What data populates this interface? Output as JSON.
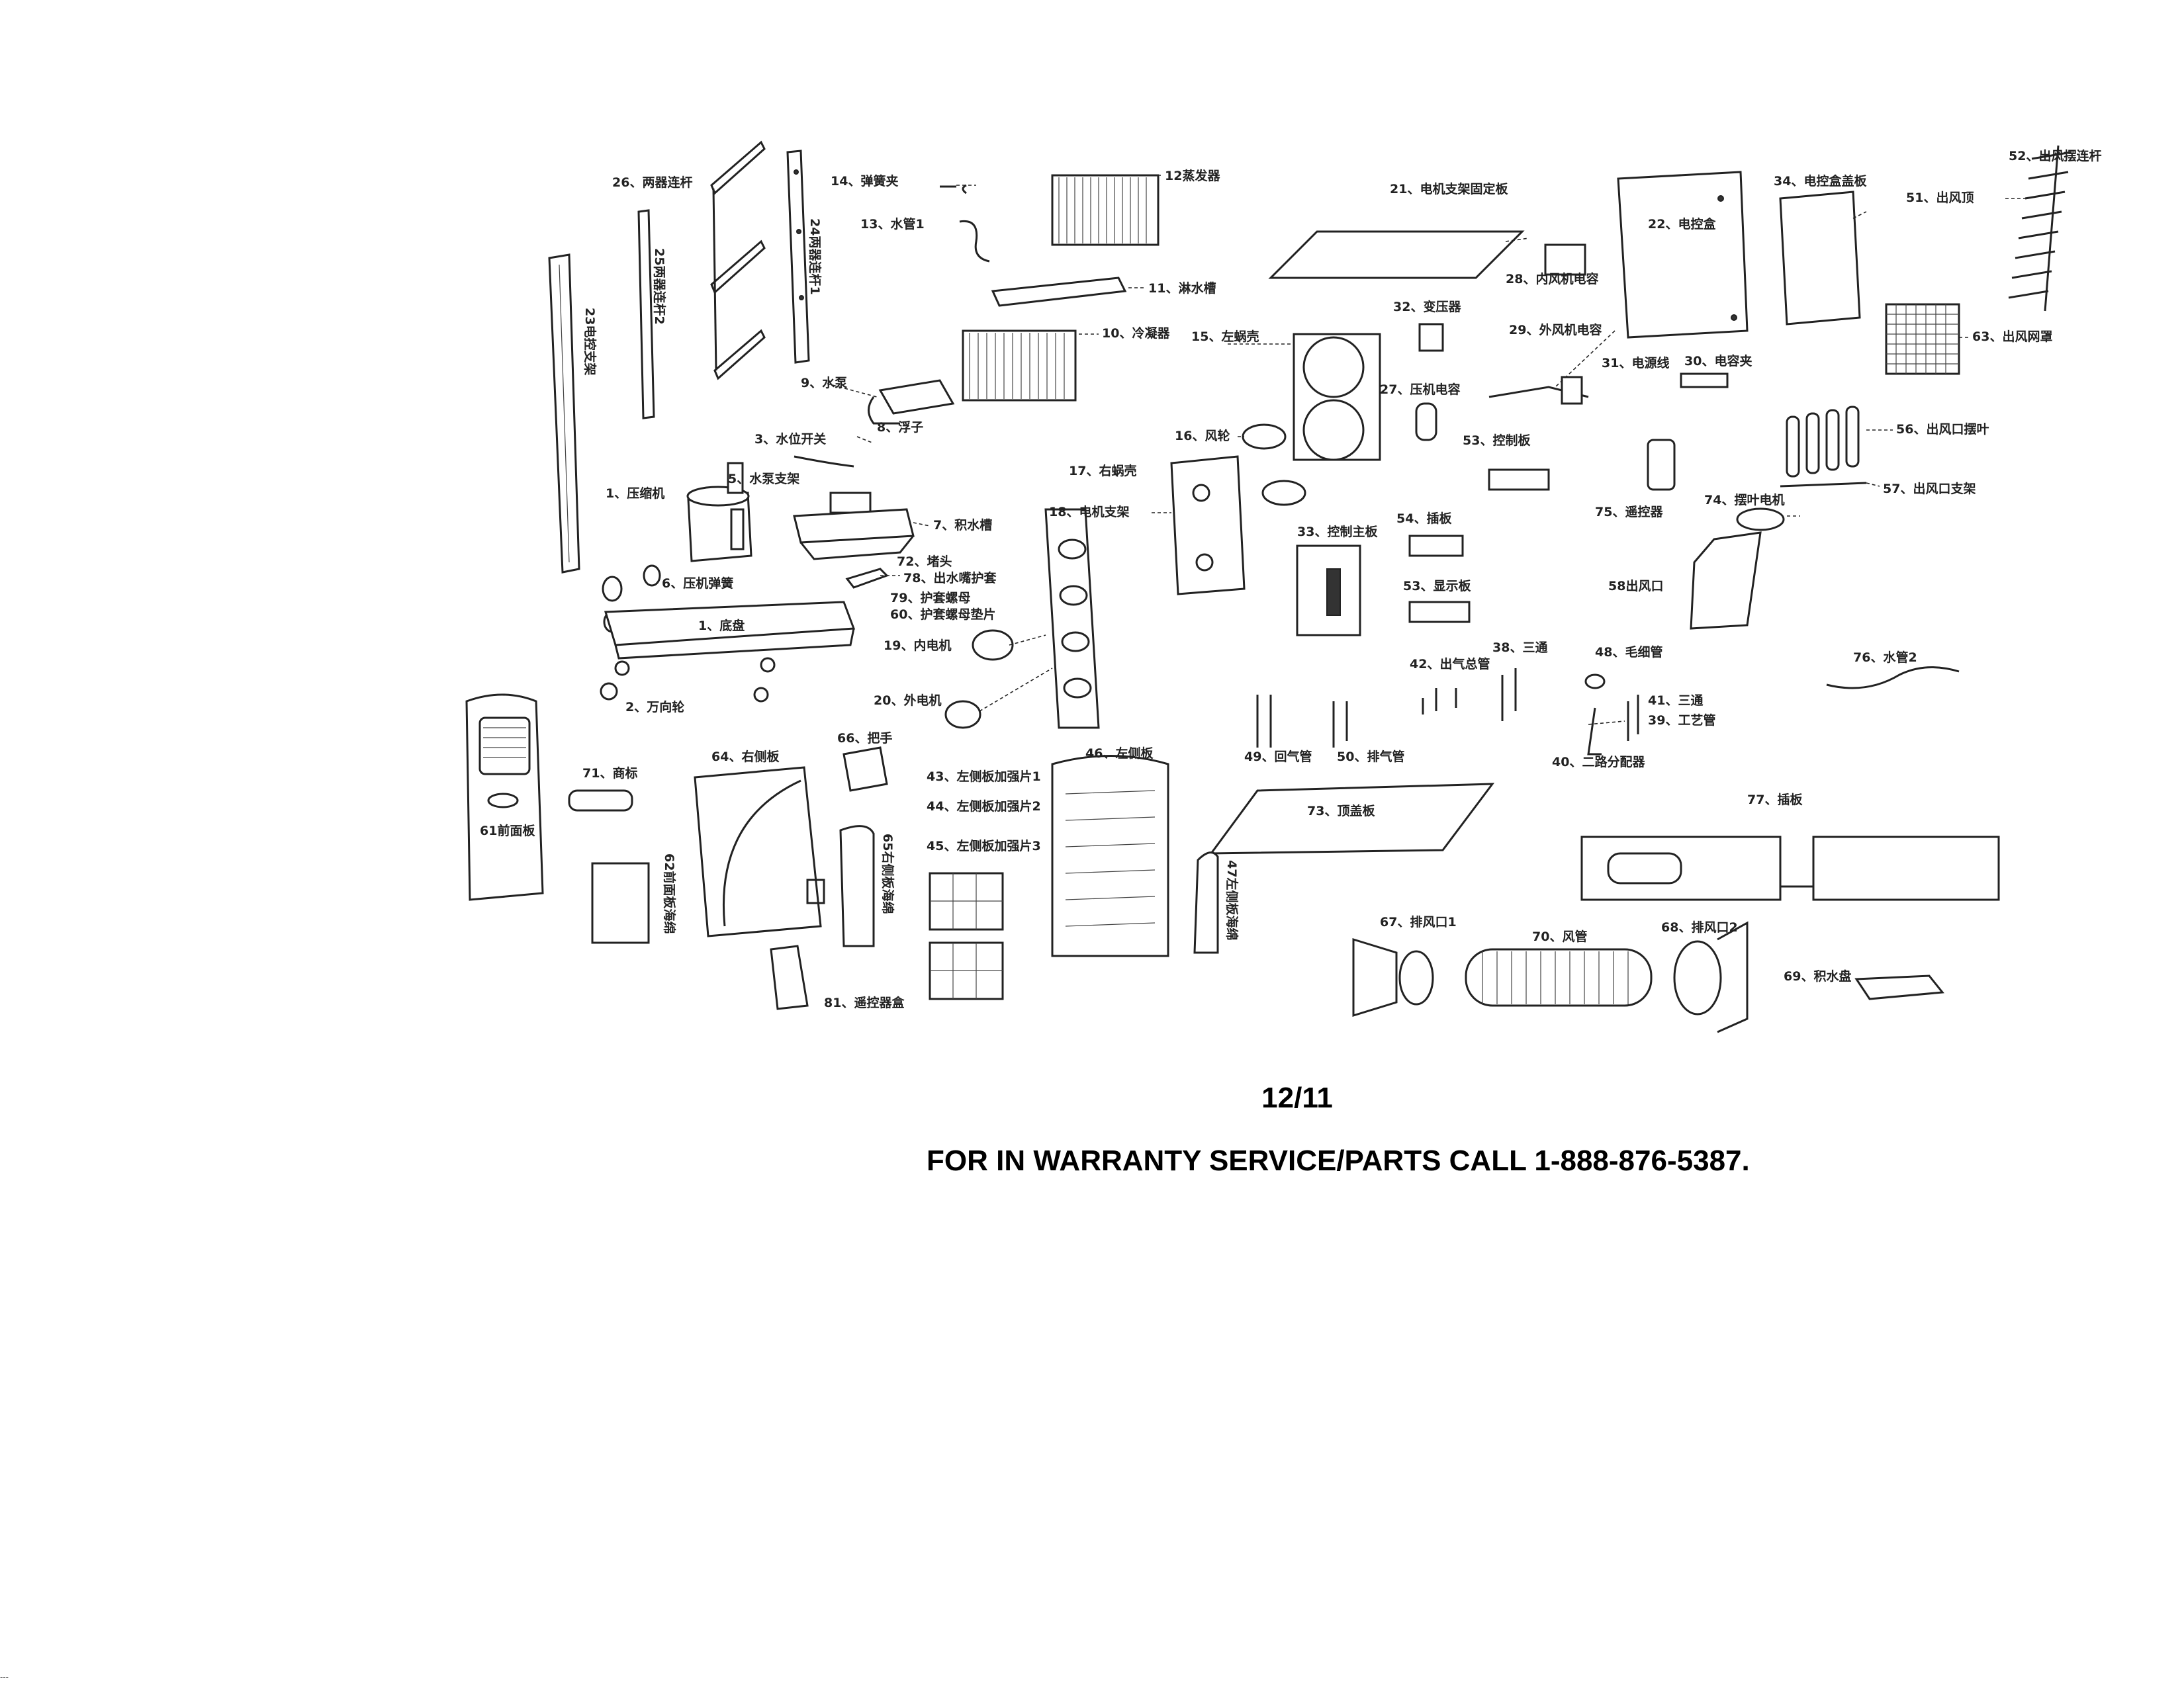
{
  "labels": {
    "p1a": "1、压缩机",
    "p1b": "1、底盘",
    "p2": "2、万向轮",
    "p3": "3、水位开关",
    "p5": "5、水泵支架",
    "p6": "6、压机弹簧",
    "p7": "7、积水槽",
    "p8": "8、浮子",
    "p9": "9、水泵",
    "p10": "10、冷凝器",
    "p11": "11、淋水槽",
    "p12": "12蒸发器",
    "p13": "13、水管1",
    "p14": "14、弹簧夹",
    "p15": "15、左蜗壳",
    "p16": "16、风轮",
    "p17": "17、右蜗壳",
    "p18": "18、电机支架",
    "p19": "19、内电机",
    "p20": "20、外电机",
    "p21": "21、电机支架固定板",
    "p22": "22、电控盒",
    "p23": "23电控支架",
    "p24": "24两器连杆1",
    "p25": "25两器连杆2",
    "p26": "26、两器连杆",
    "p28": "28、内风机电容",
    "p29": "29、外风机电容",
    "p30": "30、电容夹",
    "p31": "31、电源线",
    "p32": "32、变压器",
    "p33": "33、控制主板",
    "p34": "34、电控盒盖板",
    "p38": "38、三通",
    "p39": "39、工艺管",
    "p40": "40、二路分配器",
    "p41": "41、三通",
    "p42": "42、出气总管",
    "p43": "43、左侧板加强片1",
    "p44": "44、左侧板加强片2",
    "p45": "45、左侧板加强片3",
    "p46": "46、左侧板",
    "p47": "47左侧板海绵",
    "p48": "48、毛细管",
    "p49": "49、回气管",
    "p50": "50、排气管",
    "p51": "51、出风顶",
    "p52": "52、出风摆连杆",
    "p53a": "53、控制板",
    "p53b": "53、显示板",
    "p54": "54、插板",
    "p56": "56、出风口摆叶",
    "p57": "57、出风口支架",
    "p58": "58出风口",
    "p60": "60、护套螺母垫片",
    "p61": "61前面板",
    "p62": "62前面板海绵",
    "p63": "63、出风网罩",
    "p64": "64、右侧板",
    "p65": "65右侧板海绵",
    "p66": "66、把手",
    "p67": "67、排风口1",
    "p68": "68、排风口2",
    "p69": "69、积水盘",
    "p70": "70、风管",
    "p71": "71、商标",
    "p72": "72、堵头",
    "p73": "73、顶盖板",
    "p74": "74、摆叶电机",
    "p75": "75、遥控器",
    "p76": "76、水管2",
    "p77": "77、插板",
    "p78": "78、出水嘴护套",
    "p79": "79、护套螺母",
    "p81": "81、遥控器盒",
    "p27": "27、压机电容"
  },
  "footer": {
    "date": "12/11",
    "service": "FOR IN WARRANTY SERVICE/PARTS CALL 1-888-876-5387."
  },
  "corner_mark": "---"
}
